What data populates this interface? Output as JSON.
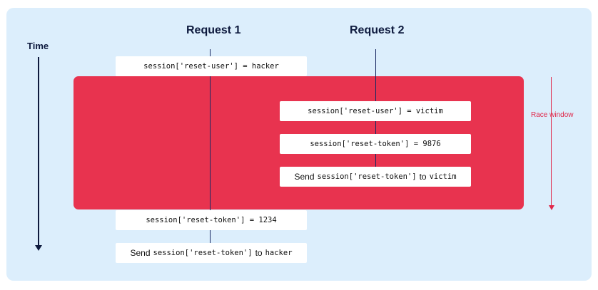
{
  "axis": {
    "time_label": "Time"
  },
  "lanes": {
    "request1": "Request 1",
    "request2": "Request 2"
  },
  "race": {
    "label": "Race window"
  },
  "steps": {
    "r1_set_user": "session['reset-user'] = hacker",
    "r2_set_user": "session['reset-user'] = victim",
    "r2_set_token": "session['reset-token'] = 9876",
    "r2_send": {
      "verb": "Send",
      "code": "session['reset-token']",
      "to": "to",
      "target": "victim"
    },
    "r1_set_token": "session['reset-token'] = 1234",
    "r1_send": {
      "verb": "Send",
      "code": "session['reset-token']",
      "to": "to",
      "target": "hacker"
    }
  },
  "colors": {
    "background": "#dceefc",
    "race_window": "#e8334f",
    "lane": "#1a2a63",
    "text": "#0e1a3e"
  }
}
